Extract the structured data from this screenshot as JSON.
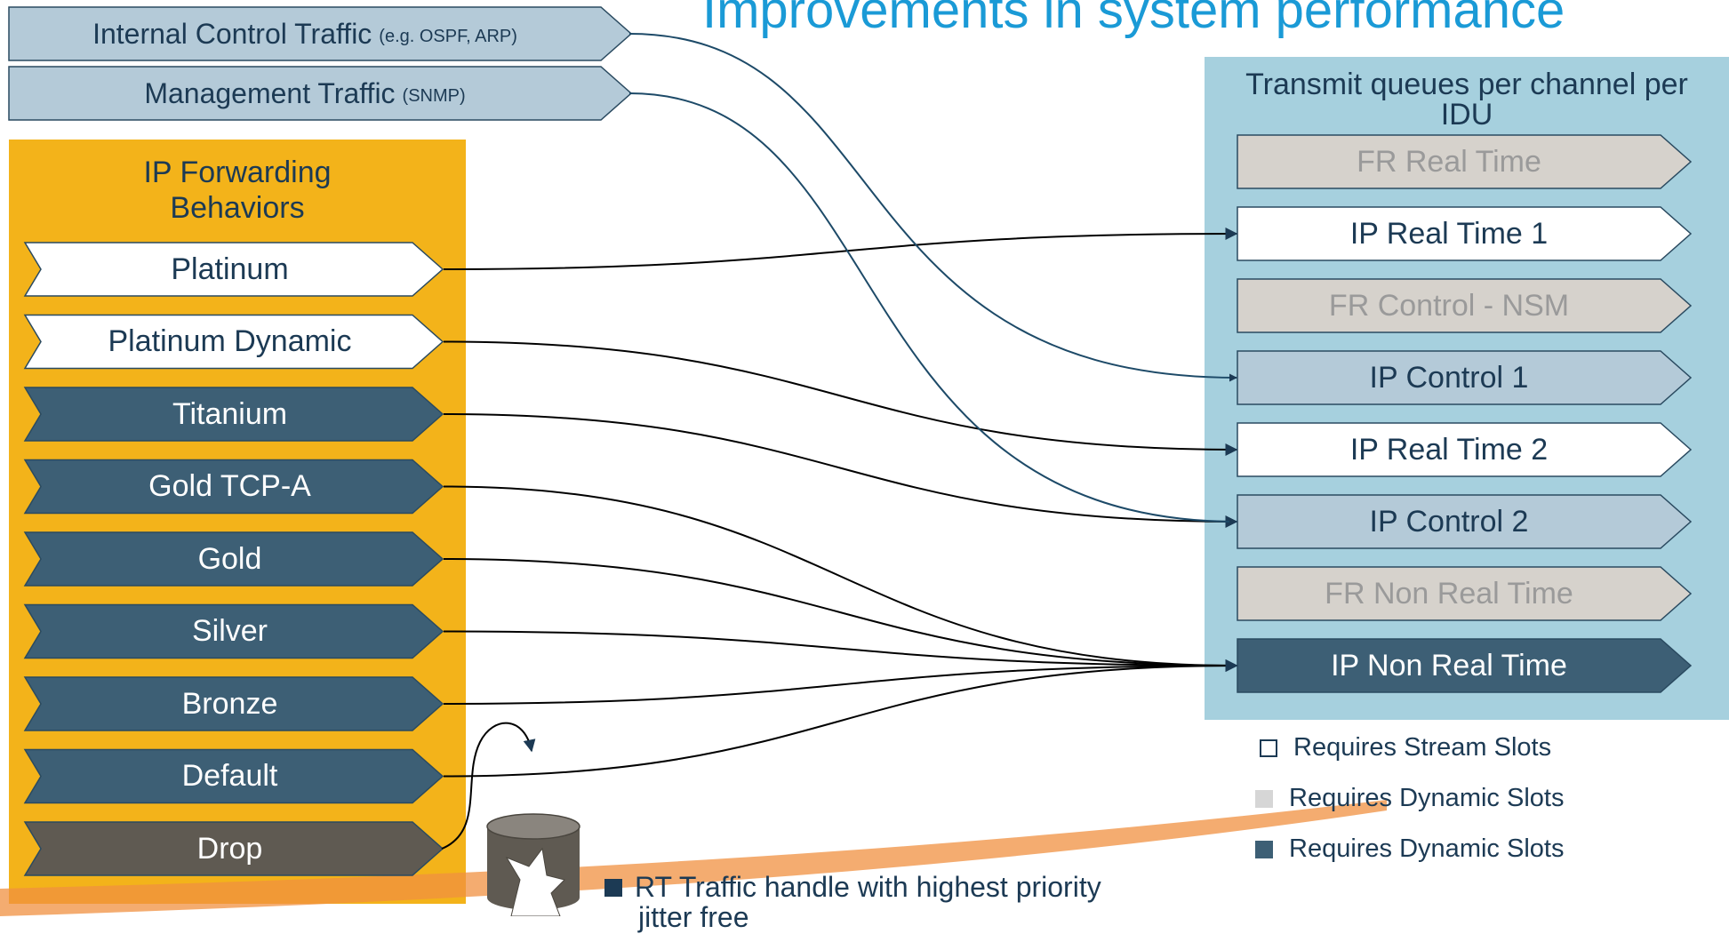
{
  "title": "Improvements in system performance",
  "top_inputs": [
    {
      "label": "Internal Control Traffic",
      "note": "(e.g. OSPF, ARP)"
    },
    {
      "label": "Management Traffic",
      "note": "(SNMP)"
    }
  ],
  "ip_forwarding": {
    "title_line1": "IP Forwarding",
    "title_line2": "Behaviors",
    "items": [
      "Platinum",
      "Platinum Dynamic",
      "Titanium",
      "Gold TCP-A",
      "Gold",
      "Silver",
      "Bronze",
      "Default",
      "Drop"
    ]
  },
  "transmit_queues": {
    "title_line1": "Transmit queues per channel per",
    "title_line2": "IDU",
    "items": [
      "FR Real Time",
      "IP Real Time 1",
      "FR Control - NSM",
      "IP Control 1",
      "IP Real Time 2",
      "IP Control 2",
      "FR Non Real Time",
      "IP Non Real Time"
    ]
  },
  "legend": [
    "Requires Stream Slots",
    "Requires Dynamic Slots",
    "Requires Dynamic Slots"
  ],
  "bullet": {
    "line1": "RT Traffic handle with highest priority",
    "line2": "jitter free"
  },
  "colors": {
    "yellow": "#f3b31a",
    "panel_blue": "#a6d0de",
    "dark_teal": "#3d5f75",
    "light_blue": "#b4cad8",
    "grey_beige": "#d6d2cc",
    "drop_brown": "#5f5a52",
    "title_blue": "#1a9ad6",
    "text_navy": "#1c3a54"
  }
}
